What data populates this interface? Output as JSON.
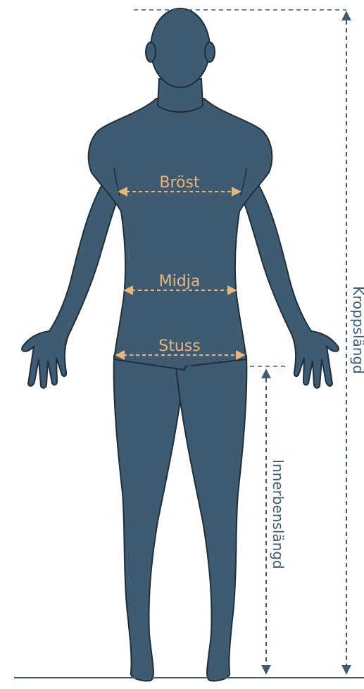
{
  "colors": {
    "body_fill": "#3f5b72",
    "outline": "#1e2e3b",
    "accent": "#e8b57e",
    "guide": "#3f5b72"
  },
  "labels": {
    "chest": "Bröst",
    "waist": "Midja",
    "hip": "Stuss",
    "body_length": "Kroppslängd",
    "inseam": "Innerbenslängd"
  }
}
